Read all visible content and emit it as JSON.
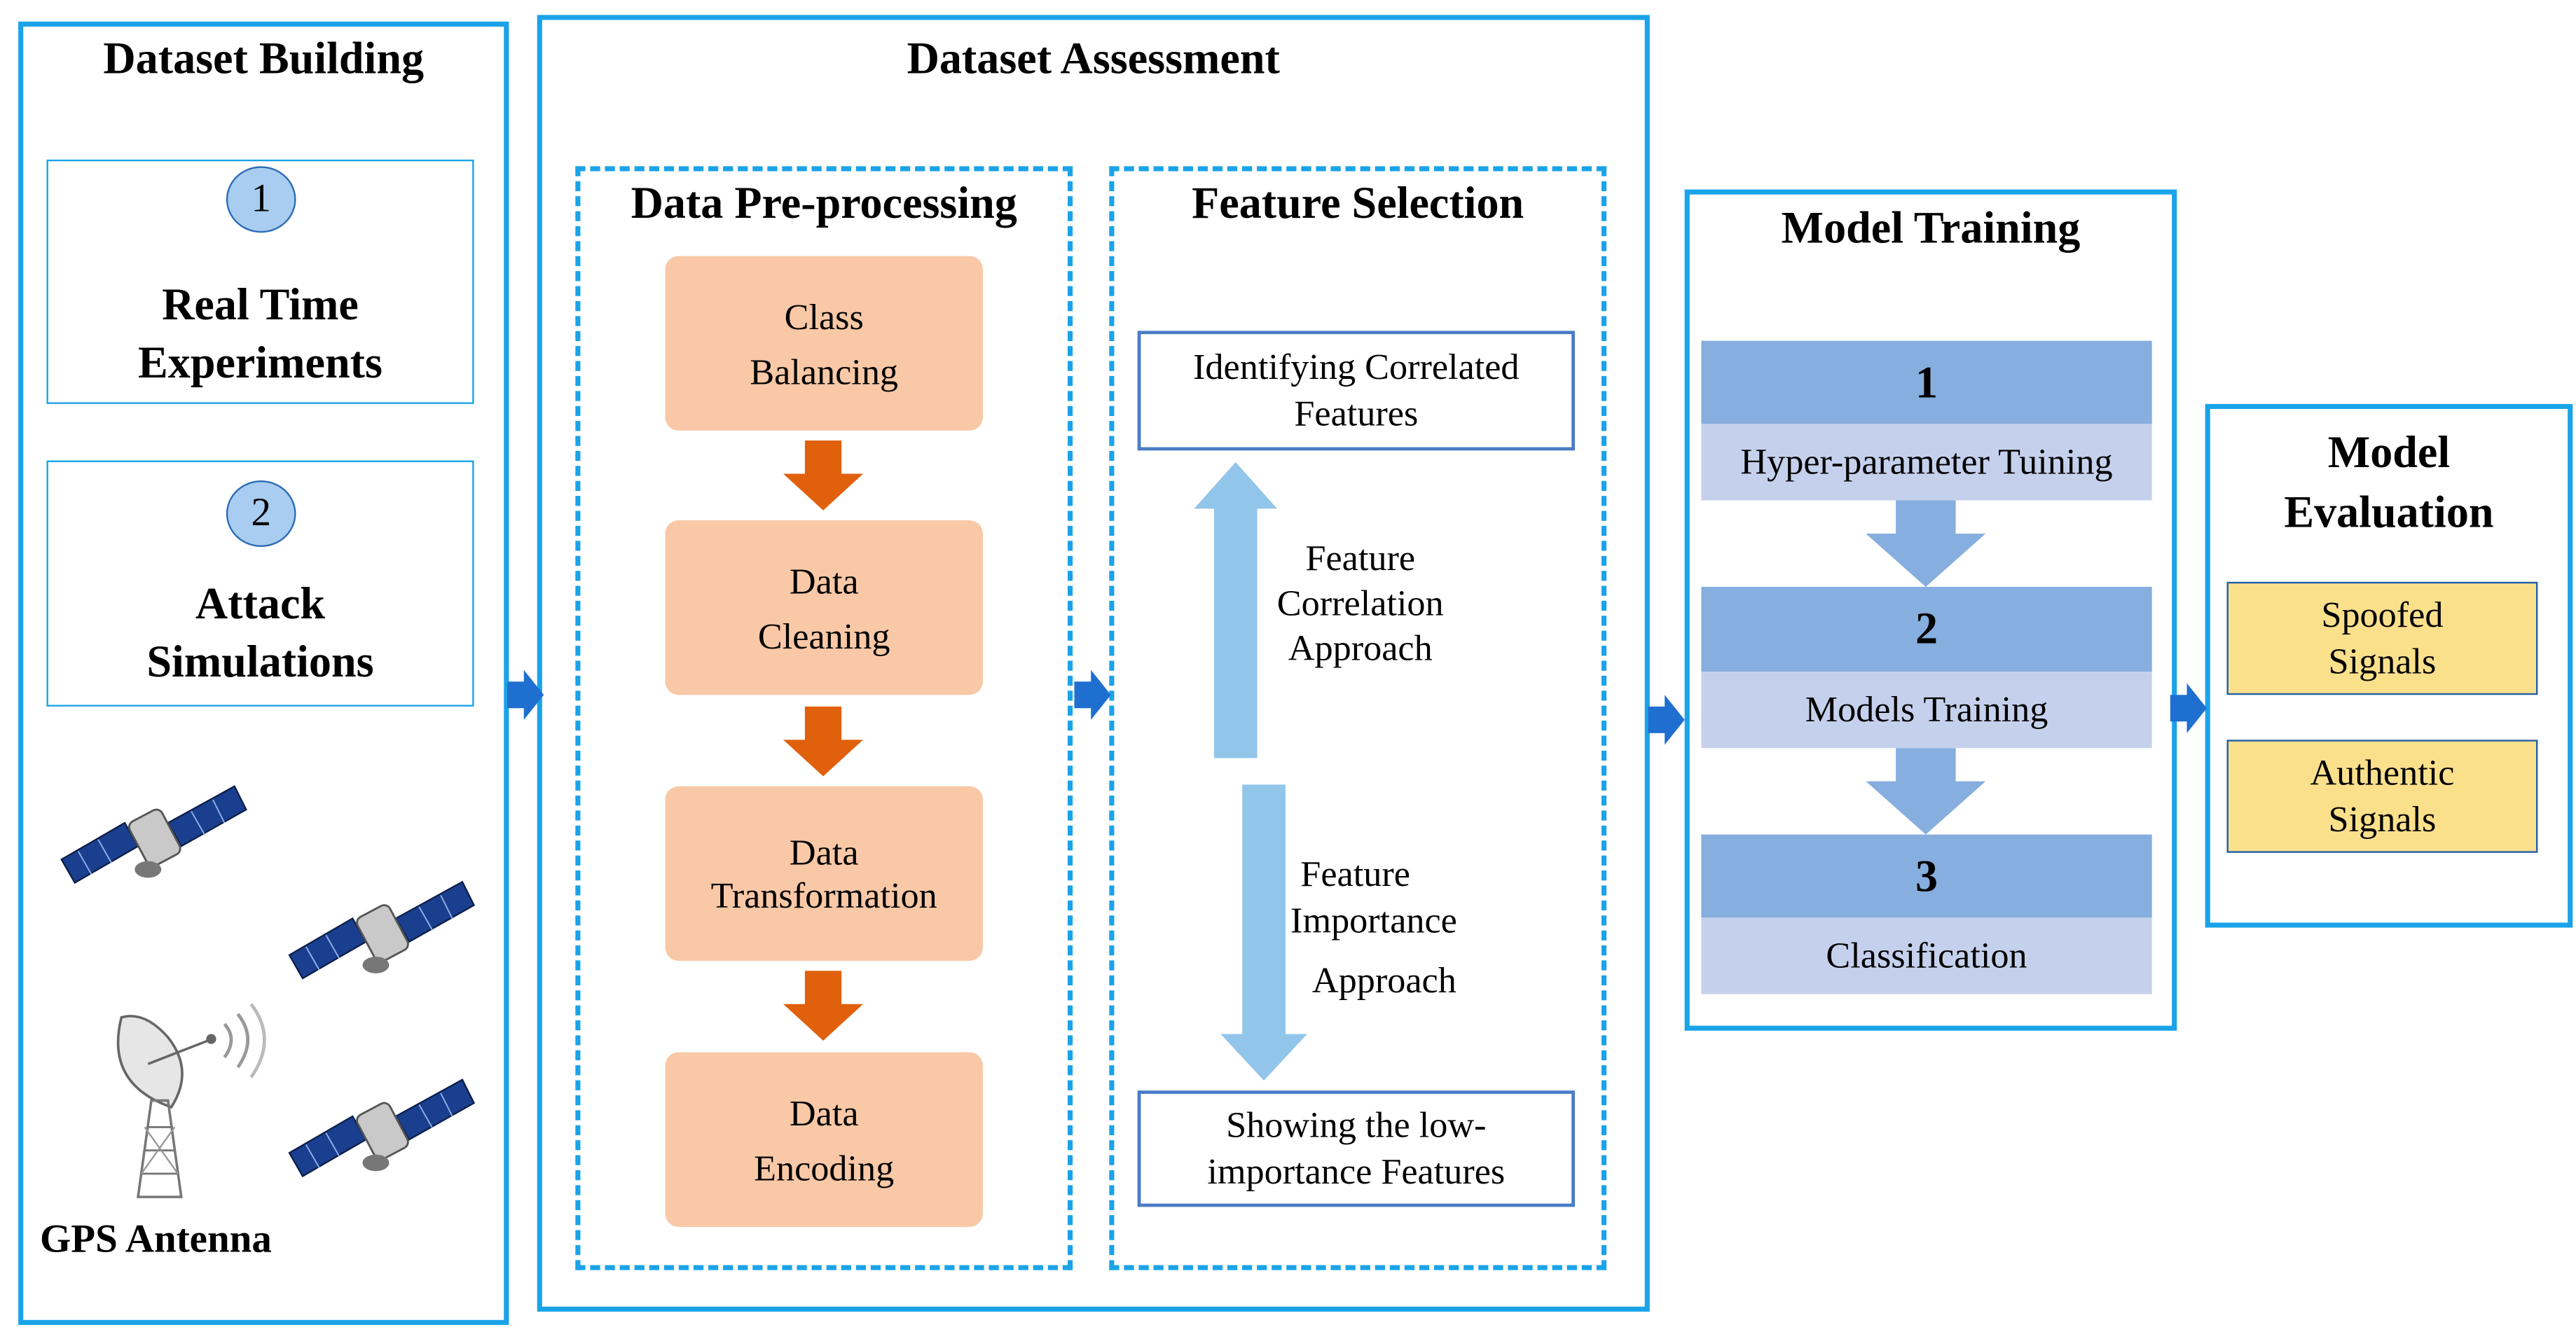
{
  "stages": {
    "dataset_building": {
      "title": "Dataset Building",
      "items": [
        {
          "number": "1",
          "label_line1": "Real Time",
          "label_line2": "Experiments"
        },
        {
          "number": "2",
          "label_line1": "Attack",
          "label_line2": "Simulations"
        }
      ],
      "antenna_label": "GPS Antenna"
    },
    "dataset_assessment": {
      "title": "Dataset Assessment",
      "preprocessing": {
        "title": "Data Pre-processing",
        "steps": [
          {
            "line1": "Class",
            "line2": "Balancing"
          },
          {
            "line1": "Data",
            "line2": "Cleaning"
          },
          {
            "line1": "Data",
            "line2": "Transformation"
          },
          {
            "line1": "Data",
            "line2": "Encoding"
          }
        ]
      },
      "feature_selection": {
        "title": "Feature Selection",
        "top_box": {
          "line1": "Identifying Correlated",
          "line2": "Features"
        },
        "correlation_approach": {
          "line1": "Feature",
          "line2": "Correlation",
          "line3": "Approach"
        },
        "importance_approach": {
          "line1": "Feature",
          "line2": "Importance",
          "line3": "Approach"
        },
        "bottom_box": {
          "line1": "Showing the low-",
          "line2": "importance Features"
        }
      }
    },
    "model_training": {
      "title": "Model Training",
      "steps": [
        {
          "number": "1",
          "label": "Hyper-parameter Tuining"
        },
        {
          "number": "2",
          "label": "Models Training"
        },
        {
          "number": "3",
          "label": "Classification"
        }
      ]
    },
    "model_evaluation": {
      "title_line1": "Model",
      "title_line2": "Evaluation",
      "outputs": [
        {
          "line1": "Spoofed",
          "line2": "Signals"
        },
        {
          "line1": "Authentic",
          "line2": "Signals"
        }
      ]
    }
  },
  "colors": {
    "stage_border": "#1aa3e8",
    "preprocessing_box": "#f9c8a6",
    "down_arrow_orange": "#e0600c",
    "training_header": "#86aede",
    "training_label": "#c5d1ec",
    "output_box": "#fbe08c",
    "connector_arrow": "#1f6fd0"
  }
}
